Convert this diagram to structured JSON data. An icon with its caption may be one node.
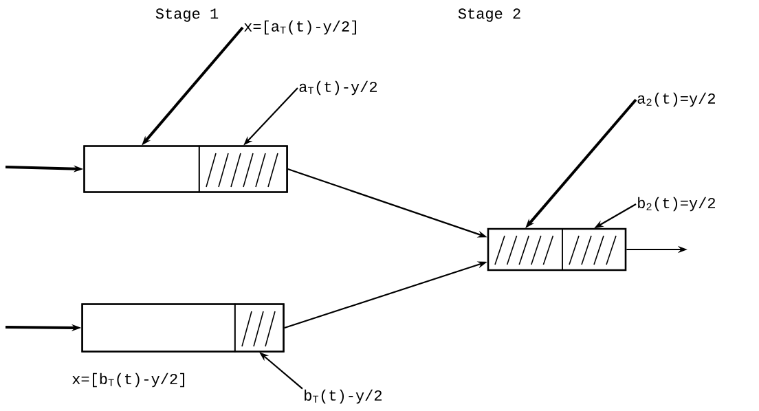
{
  "diagram": {
    "nodes": [
      {
        "text": [],
        "shape": "box"
      },
      {
        "text": [],
        "shape": "box",
        "in": 0
      },
      {
        "text": [],
        "shape": "box",
        "in": 0
      },
      {
        "text": [],
        "shape": "box"
      },
      {
        "text": [],
        "shape": "box",
        "in": 3
      },
      {
        "text": [],
        "shape": "box",
        "in": 3
      },
      {
        "text": [],
        "shape": "box"
      },
      {
        "text": [],
        "shape": "box",
        "in": 6
      },
      {
        "text": [],
        "shape": "box",
        "in": 6
      },
      {
        "text": [
          "x=[a$_{T}$(t)-y/2]"
        ]
      },
      {
        "text": [
          "a$_{T}$(t)-y/2"
        ]
      },
      {
        "text": [
          "b$_{T}$(t)-y/2"
        ]
      },
      {
        "text": [
          "a$_{2}$(t)=y/2"
        ]
      },
      {
        "text": [
          "b$_{2}$(t)=y/2"
        ]
      }
    ],
    "edges": [
      {
        "from": null,
        "to": 0,
        "arrow": "to",
        "style": "thick"
      },
      {
        "from": null,
        "to": 3,
        "arrow": "to",
        "style": "thick"
      },
      {
        "from": 0,
        "to": 6,
        "arrow": "to"
      },
      {
        "from": 3,
        "to": 6,
        "arrow": "to"
      },
      {
        "from": 6,
        "to": null,
        "arrow": "to"
      },
      {
        "from": 9,
        "to": 1,
        "arrow": "to",
        "style": "thick"
      },
      {
        "from": 10,
        "to": 2,
        "arrow": "to"
      },
      {
        "from": 11,
        "to": 5,
        "arrow": "to"
      },
      {
        "from": 12,
        "to": 7,
        "arrow": "to",
        "style": "thick"
      },
      {
        "from": 13,
        "to": 8,
        "arrow": "to"
      }
    ],
    "labels": [
      "Stage 1",
      "Stage 2",
      "x=[b$_{T}$(t)-y/2]"
    ]
  }
}
